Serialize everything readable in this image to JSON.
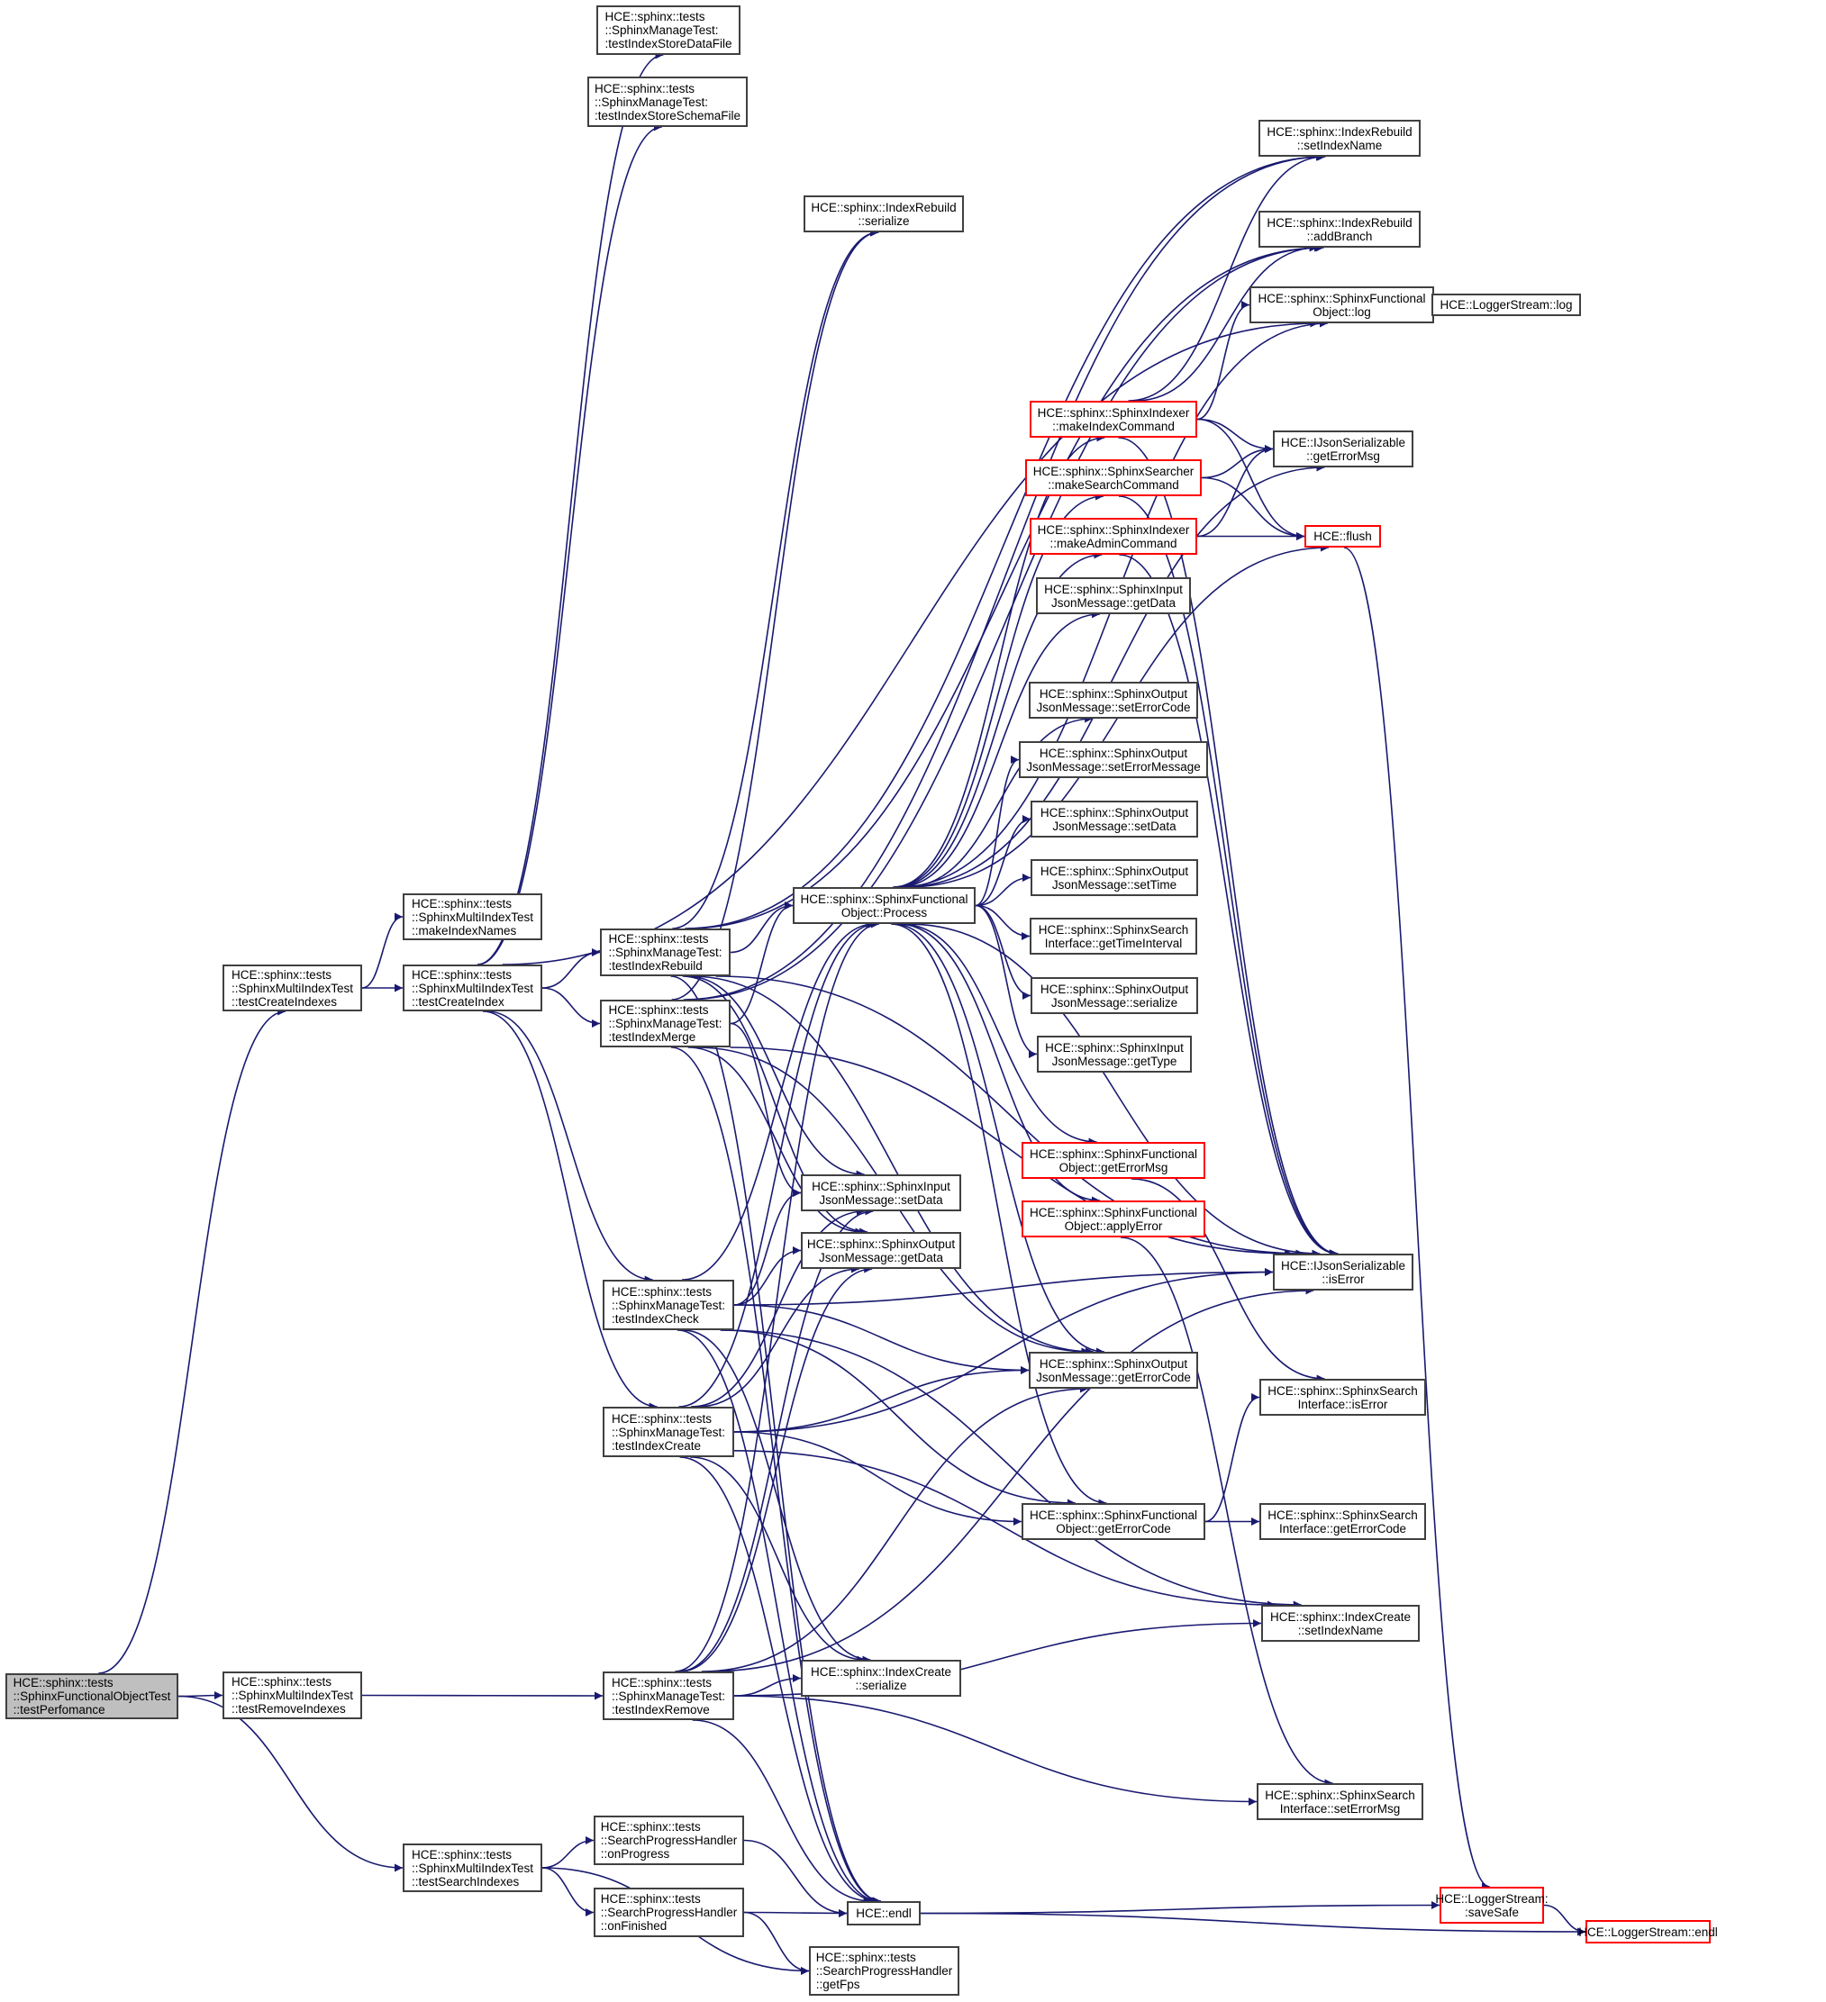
{
  "diagram": {
    "type": "call-graph",
    "colors": {
      "edge": "#191970",
      "node_border": "#404040",
      "truncated_border": "#ff0000",
      "root_fill": "#bfbfbf"
    },
    "nodes": [
      {
        "id": "root",
        "label": "HCE::sphinx::tests\n::SphinxFunctionalObjectTest\n::testPerfomance",
        "style": "root"
      },
      {
        "id": "testCreateIndexes",
        "label": "HCE::sphinx::tests\n::SphinxMultiIndexTest\n::testCreateIndexes",
        "style": "normal"
      },
      {
        "id": "makeIndexNames",
        "label": "HCE::sphinx::tests\n::SphinxMultiIndexTest\n::makeIndexNames",
        "style": "normal"
      },
      {
        "id": "testCreateIndex",
        "label": "HCE::sphinx::tests\n::SphinxMultiIndexTest\n::testCreateIndex",
        "style": "normal"
      },
      {
        "id": "testRemoveIndexes",
        "label": "HCE::sphinx::tests\n::SphinxMultiIndexTest\n::testRemoveIndexes",
        "style": "normal"
      },
      {
        "id": "testSearchIndexes",
        "label": "HCE::sphinx::tests\n::SphinxMultiIndexTest\n::testSearchIndexes",
        "style": "normal"
      },
      {
        "id": "testIndexStoreDataFile",
        "label": "HCE::sphinx::tests\n::SphinxManageTest:\n:testIndexStoreDataFile",
        "style": "normal"
      },
      {
        "id": "testIndexStoreSchemaFile",
        "label": "HCE::sphinx::tests\n::SphinxManageTest:\n:testIndexStoreSchemaFile",
        "style": "normal"
      },
      {
        "id": "testIndexRebuild",
        "label": "HCE::sphinx::tests\n::SphinxManageTest:\n:testIndexRebuild",
        "style": "normal"
      },
      {
        "id": "testIndexMerge",
        "label": "HCE::sphinx::tests\n::SphinxManageTest:\n:testIndexMerge",
        "style": "normal"
      },
      {
        "id": "testIndexCheck",
        "label": "HCE::sphinx::tests\n::SphinxManageTest:\n:testIndexCheck",
        "style": "normal"
      },
      {
        "id": "testIndexCreate",
        "label": "HCE::sphinx::tests\n::SphinxManageTest:\n:testIndexCreate",
        "style": "normal"
      },
      {
        "id": "testIndexRemove",
        "label": "HCE::sphinx::tests\n::SphinxManageTest:\n:testIndexRemove",
        "style": "normal"
      },
      {
        "id": "onProgress",
        "label": "HCE::sphinx::tests\n::SearchProgressHandler\n::onProgress",
        "style": "normal"
      },
      {
        "id": "onFinished",
        "label": "HCE::sphinx::tests\n::SearchProgressHandler\n::onFinished",
        "style": "normal"
      },
      {
        "id": "getFps",
        "label": "HCE::sphinx::tests\n::SearchProgressHandler\n::getFps",
        "style": "normal"
      },
      {
        "id": "rebuildSerialize",
        "label": "HCE::sphinx::IndexRebuild\n::serialize",
        "style": "normal"
      },
      {
        "id": "process",
        "label": "HCE::sphinx::SphinxFunctional\nObject::Process",
        "style": "normal"
      },
      {
        "id": "inputSetData",
        "label": "HCE::sphinx::SphinxInput\nJsonMessage::setData",
        "style": "normal"
      },
      {
        "id": "outputGetData",
        "label": "HCE::sphinx::SphinxOutput\nJsonMessage::getData",
        "style": "normal"
      },
      {
        "id": "createSerialize",
        "label": "HCE::sphinx::IndexCreate\n::serialize",
        "style": "normal"
      },
      {
        "id": "endl",
        "label": "HCE::endl",
        "style": "normal"
      },
      {
        "id": "makeIndexCommand",
        "label": "HCE::sphinx::SphinxIndexer\n::makeIndexCommand",
        "style": "truncated"
      },
      {
        "id": "makeSearchCommand",
        "label": "HCE::sphinx::SphinxSearcher\n::makeSearchCommand",
        "style": "truncated"
      },
      {
        "id": "makeAdminCommand",
        "label": "HCE::sphinx::SphinxIndexer\n::makeAdminCommand",
        "style": "truncated"
      },
      {
        "id": "inputGetData",
        "label": "HCE::sphinx::SphinxInput\nJsonMessage::getData",
        "style": "normal"
      },
      {
        "id": "outSetErrorCode",
        "label": "HCE::sphinx::SphinxOutput\nJsonMessage::setErrorCode",
        "style": "normal"
      },
      {
        "id": "outSetErrorMessage",
        "label": "HCE::sphinx::SphinxOutput\nJsonMessage::setErrorMessage",
        "style": "normal"
      },
      {
        "id": "outSetData",
        "label": "HCE::sphinx::SphinxOutput\nJsonMessage::setData",
        "style": "normal"
      },
      {
        "id": "outSetTime",
        "label": "HCE::sphinx::SphinxOutput\nJsonMessage::setTime",
        "style": "normal"
      },
      {
        "id": "getTimeInterval",
        "label": "HCE::sphinx::SphinxSearch\nInterface::getTimeInterval",
        "style": "normal"
      },
      {
        "id": "outSerialize",
        "label": "HCE::sphinx::SphinxOutput\nJsonMessage::serialize",
        "style": "normal"
      },
      {
        "id": "inGetType",
        "label": "HCE::sphinx::SphinxInput\nJsonMessage::getType",
        "style": "normal"
      },
      {
        "id": "sfoGetErrorMsg",
        "label": "HCE::sphinx::SphinxFunctional\nObject::getErrorMsg",
        "style": "truncated"
      },
      {
        "id": "applyError",
        "label": "HCE::sphinx::SphinxFunctional\nObject::applyError",
        "style": "truncated"
      },
      {
        "id": "outGetErrorCode",
        "label": "HCE::sphinx::SphinxOutput\nJsonMessage::getErrorCode",
        "style": "normal"
      },
      {
        "id": "sfoGetErrorCode",
        "label": "HCE::sphinx::SphinxFunctional\nObject::getErrorCode",
        "style": "normal"
      },
      {
        "id": "rebuildSetIndexName",
        "label": "HCE::sphinx::IndexRebuild\n::setIndexName",
        "style": "normal"
      },
      {
        "id": "addBranch",
        "label": "HCE::sphinx::IndexRebuild\n::addBranch",
        "style": "normal"
      },
      {
        "id": "sfoLog",
        "label": "HCE::sphinx::SphinxFunctional\nObject::log",
        "style": "normal"
      },
      {
        "id": "loggerLog",
        "label": "HCE::LoggerStream::log",
        "style": "normal"
      },
      {
        "id": "jsGetErrorMsg",
        "label": "HCE::IJsonSerializable\n::getErrorMsg",
        "style": "normal"
      },
      {
        "id": "flush",
        "label": "HCE::flush",
        "style": "truncated"
      },
      {
        "id": "jsIsError",
        "label": "HCE::IJsonSerializable\n::isError",
        "style": "normal"
      },
      {
        "id": "ssiIsError",
        "label": "HCE::sphinx::SphinxSearch\nInterface::isError",
        "style": "normal"
      },
      {
        "id": "ssiGetErrorCode",
        "label": "HCE::sphinx::SphinxSearch\nInterface::getErrorCode",
        "style": "normal"
      },
      {
        "id": "createSetIndexName",
        "label": "HCE::sphinx::IndexCreate\n::setIndexName",
        "style": "normal"
      },
      {
        "id": "ssiSetErrorMsg",
        "label": "HCE::sphinx::SphinxSearch\nInterface::setErrorMsg",
        "style": "normal"
      },
      {
        "id": "saveSafe",
        "label": "HCE::LoggerStream:\n:saveSafe",
        "style": "truncated"
      },
      {
        "id": "loggerEndl",
        "label": "HCE::LoggerStream::endl",
        "style": "truncated"
      }
    ],
    "edges": [
      [
        "root",
        "testCreateIndexes"
      ],
      [
        "root",
        "testRemoveIndexes"
      ],
      [
        "root",
        "testSearchIndexes"
      ],
      [
        "testCreateIndexes",
        "makeIndexNames"
      ],
      [
        "testCreateIndexes",
        "testCreateIndex"
      ],
      [
        "testCreateIndex",
        "testIndexStoreDataFile"
      ],
      [
        "testCreateIndex",
        "testIndexStoreSchemaFile"
      ],
      [
        "testCreateIndex",
        "testIndexRebuild"
      ],
      [
        "testCreateIndex",
        "testIndexMerge"
      ],
      [
        "testCreateIndex",
        "testIndexCheck"
      ],
      [
        "testCreateIndex",
        "testIndexCreate"
      ],
      [
        "testCreateIndex",
        "sfoLog"
      ],
      [
        "testRemoveIndexes",
        "testIndexRemove"
      ],
      [
        "testSearchIndexes",
        "onProgress"
      ],
      [
        "testSearchIndexes",
        "onFinished"
      ],
      [
        "testSearchIndexes",
        "getFps"
      ],
      [
        "onProgress",
        "endl"
      ],
      [
        "onFinished",
        "endl"
      ],
      [
        "onFinished",
        "getFps"
      ],
      [
        "testIndexRebuild",
        "process"
      ],
      [
        "testIndexRebuild",
        "rebuildSerialize"
      ],
      [
        "testIndexRebuild",
        "rebuildSetIndexName"
      ],
      [
        "testIndexRebuild",
        "addBranch"
      ],
      [
        "testIndexRebuild",
        "inputSetData"
      ],
      [
        "testIndexRebuild",
        "outputGetData"
      ],
      [
        "testIndexRebuild",
        "outGetErrorCode"
      ],
      [
        "testIndexRebuild",
        "jsIsError"
      ],
      [
        "testIndexRebuild",
        "endl"
      ],
      [
        "testIndexMerge",
        "process"
      ],
      [
        "testIndexMerge",
        "rebuildSerialize"
      ],
      [
        "testIndexMerge",
        "rebuildSetIndexName"
      ],
      [
        "testIndexMerge",
        "addBranch"
      ],
      [
        "testIndexMerge",
        "inputSetData"
      ],
      [
        "testIndexMerge",
        "outputGetData"
      ],
      [
        "testIndexMerge",
        "outGetErrorCode"
      ],
      [
        "testIndexMerge",
        "jsIsError"
      ],
      [
        "testIndexMerge",
        "endl"
      ],
      [
        "testIndexCheck",
        "process"
      ],
      [
        "testIndexCheck",
        "inputSetData"
      ],
      [
        "testIndexCheck",
        "outputGetData"
      ],
      [
        "testIndexCheck",
        "outGetErrorCode"
      ],
      [
        "testIndexCheck",
        "jsIsError"
      ],
      [
        "testIndexCheck",
        "createSerialize"
      ],
      [
        "testIndexCheck",
        "createSetIndexName"
      ],
      [
        "testIndexCheck",
        "endl"
      ],
      [
        "testIndexCheck",
        "sfoGetErrorCode"
      ],
      [
        "testIndexCreate",
        "process"
      ],
      [
        "testIndexCreate",
        "inputSetData"
      ],
      [
        "testIndexCreate",
        "outputGetData"
      ],
      [
        "testIndexCreate",
        "outGetErrorCode"
      ],
      [
        "testIndexCreate",
        "jsIsError"
      ],
      [
        "testIndexCreate",
        "createSerialize"
      ],
      [
        "testIndexCreate",
        "createSetIndexName"
      ],
      [
        "testIndexCreate",
        "endl"
      ],
      [
        "testIndexCreate",
        "sfoGetErrorCode"
      ],
      [
        "testIndexRemove",
        "process"
      ],
      [
        "testIndexRemove",
        "inputSetData"
      ],
      [
        "testIndexRemove",
        "outputGetData"
      ],
      [
        "testIndexRemove",
        "outGetErrorCode"
      ],
      [
        "testIndexRemove",
        "jsIsError"
      ],
      [
        "testIndexRemove",
        "createSerialize"
      ],
      [
        "testIndexRemove",
        "createSetIndexName"
      ],
      [
        "testIndexRemove",
        "endl"
      ],
      [
        "testIndexRemove",
        "ssiSetErrorMsg"
      ],
      [
        "process",
        "makeIndexCommand"
      ],
      [
        "process",
        "makeSearchCommand"
      ],
      [
        "process",
        "makeAdminCommand"
      ],
      [
        "process",
        "inputGetData"
      ],
      [
        "process",
        "outSetErrorCode"
      ],
      [
        "process",
        "outSetErrorMessage"
      ],
      [
        "process",
        "outSetData"
      ],
      [
        "process",
        "outSetTime"
      ],
      [
        "process",
        "getTimeInterval"
      ],
      [
        "process",
        "outSerialize"
      ],
      [
        "process",
        "inGetType"
      ],
      [
        "process",
        "sfoGetErrorMsg"
      ],
      [
        "process",
        "applyError"
      ],
      [
        "process",
        "outGetErrorCode"
      ],
      [
        "process",
        "sfoGetErrorCode"
      ],
      [
        "process",
        "sfoLog"
      ],
      [
        "process",
        "flush"
      ],
      [
        "process",
        "jsGetErrorMsg"
      ],
      [
        "process",
        "jsIsError"
      ],
      [
        "makeIndexCommand",
        "rebuildSetIndexName"
      ],
      [
        "makeIndexCommand",
        "addBranch"
      ],
      [
        "makeIndexCommand",
        "sfoLog"
      ],
      [
        "makeIndexCommand",
        "jsGetErrorMsg"
      ],
      [
        "makeIndexCommand",
        "flush"
      ],
      [
        "makeIndexCommand",
        "jsIsError"
      ],
      [
        "makeSearchCommand",
        "jsGetErrorMsg"
      ],
      [
        "makeSearchCommand",
        "flush"
      ],
      [
        "makeSearchCommand",
        "jsIsError"
      ],
      [
        "makeAdminCommand",
        "jsGetErrorMsg"
      ],
      [
        "makeAdminCommand",
        "flush"
      ],
      [
        "makeAdminCommand",
        "jsIsError"
      ],
      [
        "sfoGetErrorMsg",
        "ssiIsError"
      ],
      [
        "applyError",
        "ssiSetErrorMsg"
      ],
      [
        "sfoGetErrorCode",
        "ssiIsError"
      ],
      [
        "sfoGetErrorCode",
        "ssiGetErrorCode"
      ],
      [
        "sfoLog",
        "loggerLog"
      ],
      [
        "flush",
        "saveSafe"
      ],
      [
        "endl",
        "saveSafe"
      ],
      [
        "endl",
        "loggerEndl"
      ],
      [
        "saveSafe",
        "loggerEndl"
      ]
    ]
  }
}
